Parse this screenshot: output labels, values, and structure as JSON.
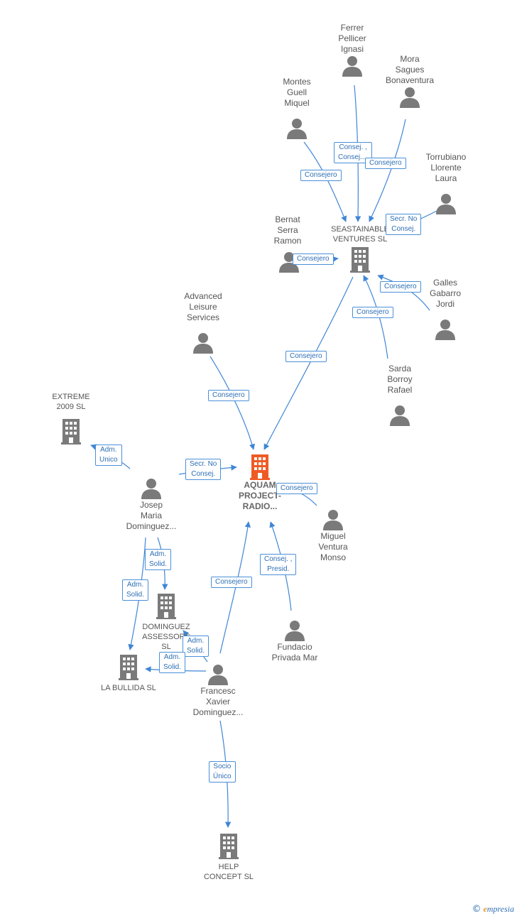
{
  "colors": {
    "edge": "#3f86d6",
    "person": "#7a7a7a",
    "company": "#7a7a7a",
    "main_company": "#ef5a24",
    "label_border": "#4a90d9",
    "label_text": "#2f6fb5"
  },
  "nodes": {
    "ferrer": {
      "label": "Ferrer\nPellicer\nIgnasi",
      "icon": "person-icon"
    },
    "mora": {
      "label": "Mora\nSagues\nBonaventura",
      "icon": "person-icon"
    },
    "montes": {
      "label": "Montes\nGuell\nMiquel",
      "icon": "person-icon"
    },
    "torrubiano": {
      "label": "Torrubiano\nLlorente\nLaura",
      "icon": "person-icon"
    },
    "bernat": {
      "label": "Bernat\nSerra\nRamon",
      "icon": "person-icon"
    },
    "seastainable": {
      "label": "SEASTAINABLE\nVENTURES  SL",
      "icon": "building-icon"
    },
    "galles": {
      "label": "Galles\nGabarro\nJordi",
      "icon": "person-icon"
    },
    "advanced": {
      "label": "Advanced\nLeisure\nServices",
      "icon": "person-icon"
    },
    "sarda": {
      "label": "Sarda\nBorroy\nRafael",
      "icon": "person-icon"
    },
    "extreme": {
      "label": "EXTREME\n2009 SL",
      "icon": "building-icon"
    },
    "aquam": {
      "label": "AQUAM\nPROJECT-\nRADIO...",
      "icon": "building-icon"
    },
    "josep": {
      "label": "Josep\nMaria\nDominguez...",
      "icon": "person-icon"
    },
    "miguel": {
      "label": "Miguel\nVentura\nMonso",
      "icon": "person-icon"
    },
    "dominguez_assessors": {
      "label": "DOMINGUEZ\nASSESSORS\nSL",
      "icon": "building-icon"
    },
    "fundacio": {
      "label": "Fundacio\nPrivada Mar",
      "icon": "person-icon"
    },
    "labullida": {
      "label": "LA BULLIDA  SL",
      "icon": "building-icon"
    },
    "francesc": {
      "label": "Francesc\nXavier\nDominguez...",
      "icon": "person-icon"
    },
    "help": {
      "label": "HELP\nCONCEPT SL",
      "icon": "building-icon"
    }
  },
  "edge_labels": {
    "ferrer_seast": "Consej. ,\nConsej....",
    "mora_seast": "Consejero",
    "montes_seast": "Consejero",
    "torrubiano_seast": "Secr.  No\nConsej.",
    "bernat_seast": "Consejero",
    "galles_seast": "Consejero",
    "sarda_seast": "Consejero",
    "seast_aquam": "Consejero",
    "advanced_aquam": "Consejero",
    "josep_extreme": "Adm.\nUnico",
    "josep_aquam": "Secr.  No\nConsej.",
    "miguel_aquam": "Consejero",
    "josep_dominguez": "Adm.\nSolid.",
    "josep_labullida": "Adm.\nSolid.",
    "fundacio_aquam": "Consej. ,\nPresid.",
    "francesc_aquam": "Consejero",
    "francesc_dominguez": "Adm.\nSolid.",
    "francesc_labullida": "Adm.\nSolid.",
    "francesc_help": "Socio\nÚnico"
  },
  "brand": {
    "copyright": "©",
    "name_initial": "e",
    "name_rest": "mpresia"
  }
}
